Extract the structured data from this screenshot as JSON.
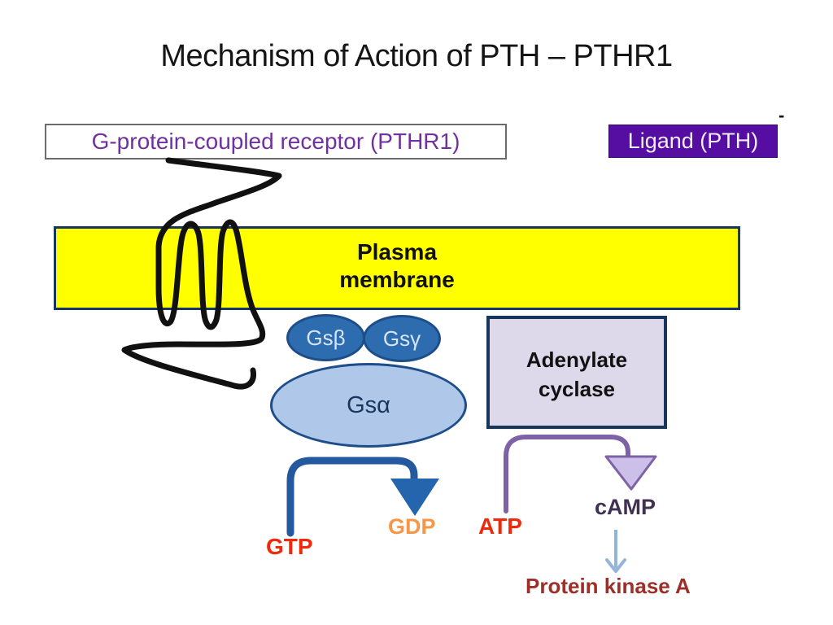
{
  "slide": {
    "title": "Mechanism of Action of PTH – PTHR1",
    "stray_dash": "-"
  },
  "labels": {
    "receptor_box": "G-protein-coupled receptor (PTHR1)",
    "ligand_box": "Ligand (PTH)",
    "membrane_line1": "Plasma",
    "membrane_line2": "membrane",
    "gs_beta": "Gsβ",
    "gs_gamma": "Gsγ",
    "gs_alpha": "Gsα",
    "adenylate_line1": "Adenylate",
    "adenylate_line2": "cyclase",
    "gtp": "GTP",
    "gdp": "GDP",
    "atp": "ATP",
    "camp": "cAMP",
    "pka": "Protein kinase A"
  },
  "colors": {
    "membrane_fill": "#ffff00",
    "membrane_border": "#17365d",
    "ligand_bg": "#560da2",
    "receptor_text": "#7030a0",
    "receptor_box_border": "#6b6b6b",
    "gs_small_fill": "#2e6cb0",
    "gs_border": "#1d4e89",
    "gs_alpha_fill": "#afc7e8",
    "adenylate_fill": "#ded9ea",
    "gtp_gdp_arrow": "#24599f",
    "atp_camp_arrow": "#7d63a5",
    "atp_arrowhead_fill": "#ccc0e8",
    "camp_pka_arrow": "#93b5d9",
    "gtp_text": "#ee2a0a",
    "gdp_text": "#f79646",
    "atp_text": "#ee2a0a",
    "camp_text": "#403152",
    "pka_text": "#9d2f28",
    "receptor_squiggle": "#111111"
  }
}
